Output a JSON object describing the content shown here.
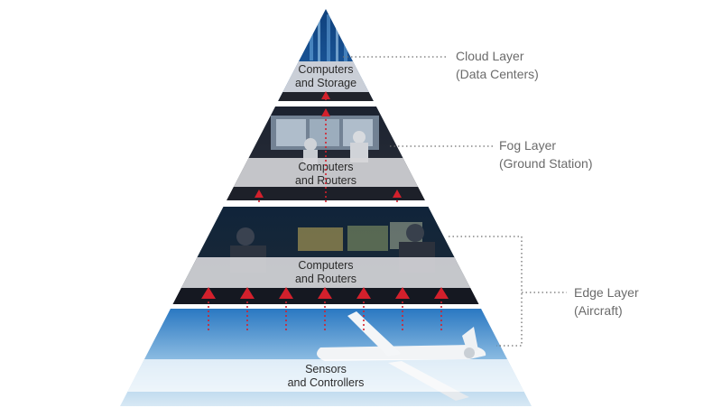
{
  "layers": {
    "cloud": {
      "title": "Cloud Layer",
      "subtitle": "(Data Centers)",
      "band_line1": "Computers",
      "band_line2": "and Storage"
    },
    "fog": {
      "title": "Fog Layer",
      "subtitle": "(Ground Station)",
      "band_line1": "Computers",
      "band_line2": "and Routers"
    },
    "edge": {
      "title": "Edge Layer",
      "subtitle": "(Aircraft)",
      "band_line1": "Computers",
      "band_line2": "and Routers"
    },
    "sensors": {
      "band_line1": "Sensors",
      "band_line2": "and Controllers"
    }
  },
  "colors": {
    "arrow": "#d3202c",
    "leader": "#6f6f6f",
    "sky_top": "#2a78c2",
    "sky_bottom": "#e9f2f8"
  },
  "icons": [
    "up-arrow-icon",
    "drone-icon",
    "server-rack-image",
    "control-room-image"
  ]
}
